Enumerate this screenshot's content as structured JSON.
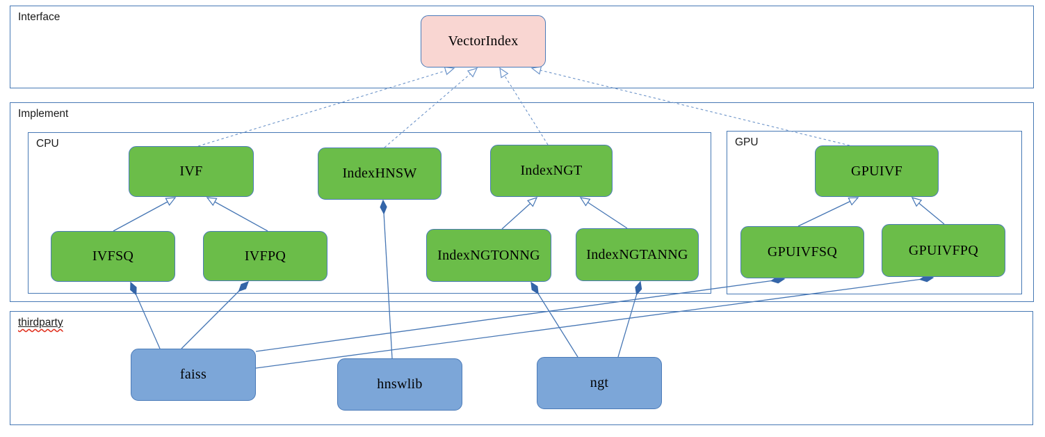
{
  "diagram": {
    "kind": "uml-class-diagram",
    "containers": [
      {
        "id": "interface",
        "label": "Interface"
      },
      {
        "id": "implement",
        "label": "Implement"
      },
      {
        "id": "cpu",
        "label": "CPU",
        "parent": "implement"
      },
      {
        "id": "gpu",
        "label": "GPU",
        "parent": "implement"
      },
      {
        "id": "thirdparty",
        "label": "thirdparty",
        "spellcheck_squiggle": true
      }
    ],
    "nodes": [
      {
        "id": "vectorindex",
        "label": "VectorIndex",
        "kind": "interface",
        "container": "interface"
      },
      {
        "id": "ivf",
        "label": "IVF",
        "kind": "class",
        "container": "cpu"
      },
      {
        "id": "indexhnsw",
        "label": "IndexHNSW",
        "kind": "class",
        "container": "cpu"
      },
      {
        "id": "indexngt",
        "label": "IndexNGT",
        "kind": "class",
        "container": "cpu"
      },
      {
        "id": "ivfsq",
        "label": "IVFSQ",
        "kind": "class",
        "container": "cpu"
      },
      {
        "id": "ivfpq",
        "label": "IVFPQ",
        "kind": "class",
        "container": "cpu"
      },
      {
        "id": "indexngtonng",
        "label": "IndexNGTONNG",
        "kind": "class",
        "container": "cpu"
      },
      {
        "id": "indexngtanng",
        "label": "IndexNGTANNG",
        "kind": "class",
        "container": "cpu"
      },
      {
        "id": "gpuivf",
        "label": "GPUIVF",
        "kind": "class",
        "container": "gpu"
      },
      {
        "id": "gpuivfsq",
        "label": "GPUIVFSQ",
        "kind": "class",
        "container": "gpu"
      },
      {
        "id": "gpuivfpq",
        "label": "GPUIVFPQ",
        "kind": "class",
        "container": "gpu"
      },
      {
        "id": "faiss",
        "label": "faiss",
        "kind": "thirdparty",
        "container": "thirdparty"
      },
      {
        "id": "hnswlib",
        "label": "hnswlib",
        "kind": "thirdparty",
        "container": "thirdparty"
      },
      {
        "id": "ngt",
        "label": "ngt",
        "kind": "thirdparty",
        "container": "thirdparty"
      }
    ],
    "edges": [
      {
        "from": "ivf",
        "to": "vectorindex",
        "relation": "realization"
      },
      {
        "from": "indexhnsw",
        "to": "vectorindex",
        "relation": "realization"
      },
      {
        "from": "indexngt",
        "to": "vectorindex",
        "relation": "realization"
      },
      {
        "from": "gpuivf",
        "to": "vectorindex",
        "relation": "realization"
      },
      {
        "from": "ivfsq",
        "to": "ivf",
        "relation": "generalization"
      },
      {
        "from": "ivfpq",
        "to": "ivf",
        "relation": "generalization"
      },
      {
        "from": "indexngtonng",
        "to": "indexngt",
        "relation": "generalization"
      },
      {
        "from": "indexngtanng",
        "to": "indexngt",
        "relation": "generalization"
      },
      {
        "from": "gpuivfsq",
        "to": "gpuivf",
        "relation": "generalization"
      },
      {
        "from": "gpuivfpq",
        "to": "gpuivf",
        "relation": "generalization"
      },
      {
        "from": "faiss",
        "to": "ivfsq",
        "relation": "composition"
      },
      {
        "from": "faiss",
        "to": "ivfpq",
        "relation": "composition"
      },
      {
        "from": "faiss",
        "to": "gpuivfsq",
        "relation": "composition"
      },
      {
        "from": "faiss",
        "to": "gpuivfpq",
        "relation": "composition"
      },
      {
        "from": "hnswlib",
        "to": "indexhnsw",
        "relation": "composition"
      },
      {
        "from": "ngt",
        "to": "indexngtonng",
        "relation": "composition"
      },
      {
        "from": "ngt",
        "to": "indexngtanng",
        "relation": "composition"
      }
    ],
    "colors": {
      "interface_fill": "#f9d6d2",
      "class_fill": "#6bbd49",
      "thirdparty_fill": "#7ca6d8",
      "node_border": "#4a7ab8",
      "container_border": "#4678b4",
      "solid_line": "#4676b4",
      "dashed_line": "#6a92c8",
      "diamond_fill": "#3465a8",
      "squiggle": "#e0301e",
      "node_text": "#000000",
      "container_text": "#1a1a1a"
    }
  }
}
